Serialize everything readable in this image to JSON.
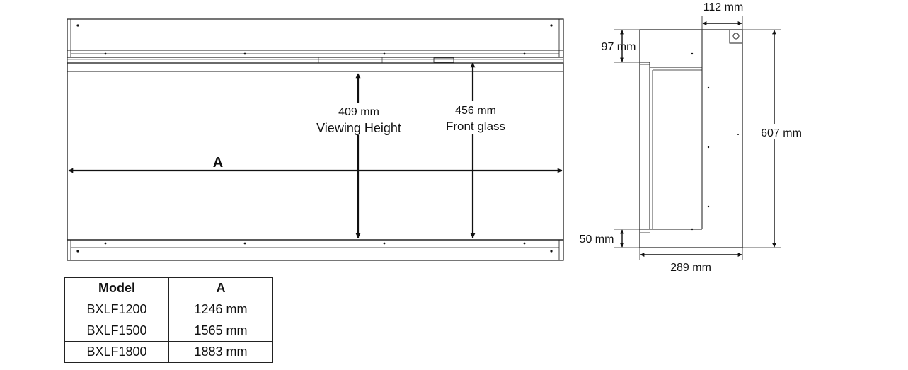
{
  "front_view": {
    "viewing_height": "409 mm",
    "viewing_height_label": "Viewing Height",
    "front_glass": "456 mm",
    "front_glass_label": "Front glass",
    "width_label": "A"
  },
  "side_view": {
    "top_depth": "112 mm",
    "top_section": "97 mm",
    "bottom_section": "50 mm",
    "overall_height": "607 mm",
    "overall_depth": "289 mm"
  },
  "model_table": {
    "headers": [
      "Model",
      "A"
    ],
    "rows": [
      [
        "BXLF1200",
        "1246 mm"
      ],
      [
        "BXLF1500",
        "1565 mm"
      ],
      [
        "BXLF1800",
        "1883 mm"
      ]
    ]
  },
  "colors": {
    "line": "#1a1a1a",
    "background": "#ffffff"
  }
}
